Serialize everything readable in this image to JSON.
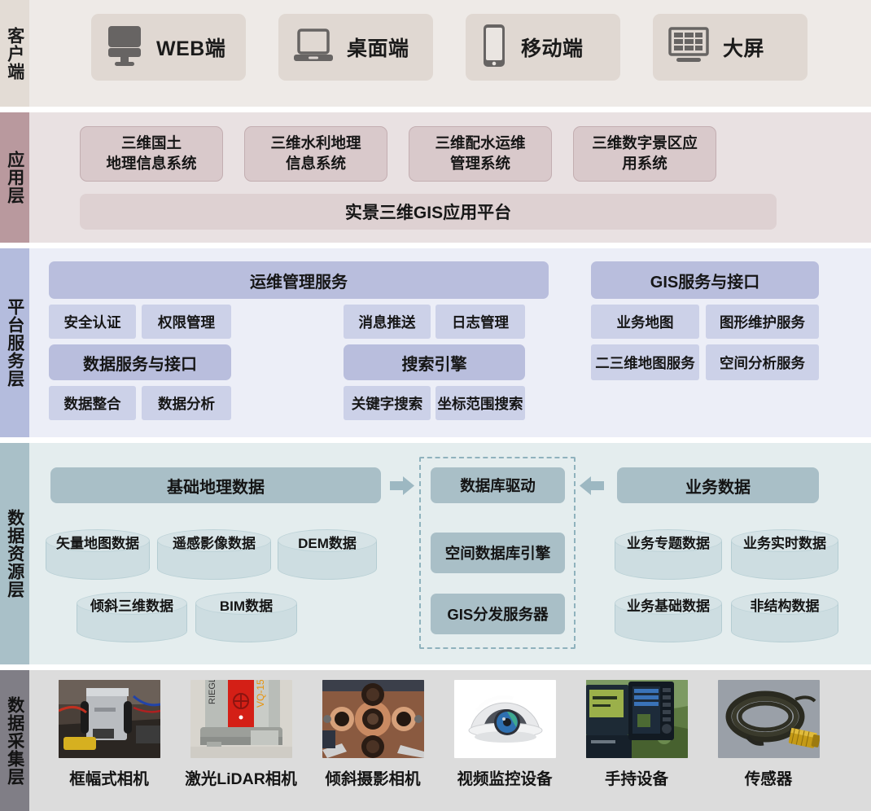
{
  "layers": [
    {
      "id": "client",
      "label": "客户端"
    },
    {
      "id": "application",
      "label": "应用层"
    },
    {
      "id": "platform",
      "label": "平台服务层"
    },
    {
      "id": "data_resource",
      "label": "数据资源层"
    },
    {
      "id": "acquisition",
      "label": "数据采集层"
    }
  ],
  "client": {
    "items": [
      {
        "label": "WEB端",
        "icon": "desktop-monitor-icon"
      },
      {
        "label": "桌面端",
        "icon": "laptop-icon"
      },
      {
        "label": "移动端",
        "icon": "mobile-phone-icon"
      },
      {
        "label": "大屏",
        "icon": "large-screen-icon"
      }
    ]
  },
  "application": {
    "systems": [
      {
        "line1": "三维国土",
        "line2": "地理信息系统"
      },
      {
        "line1": "三维水利地理",
        "line2": "信息系统"
      },
      {
        "line1": "三维配水运维",
        "line2": "管理系统"
      },
      {
        "line1": "三维数字景区应",
        "line2": "用系统"
      }
    ],
    "platform": "实景三维GIS应用平台"
  },
  "platform_service": {
    "ops_title": "运维管理服务",
    "ops_items": [
      "安全认证",
      "权限管理"
    ],
    "msg_items": [
      "消息推送",
      "日志管理"
    ],
    "data_service_title": "数据服务与接口",
    "data_service_items": [
      "数据整合",
      "数据分析"
    ],
    "search_title": "搜索引擎",
    "search_items": [
      "关键字搜索",
      "坐标范围搜索"
    ],
    "gis_title": "GIS服务与接口",
    "gis_items": [
      "业务地图",
      "图形维护服务",
      "二三维地图服务",
      "空间分析服务"
    ]
  },
  "data_resource": {
    "base_geo_title": "基础地理数据",
    "base_geo_cylinders": [
      "矢量地图数据",
      "遥感影像数据",
      "DEM数据",
      "倾斜三维数据",
      "BIM数据"
    ],
    "db_driver_title": "数据库驱动",
    "db_driver_items": [
      "空间数据库引擎",
      "GIS分发服务器"
    ],
    "business_title": "业务数据",
    "business_cylinders": [
      "业务专题数据",
      "业务实时数据",
      "业务基础数据",
      "非结构数据"
    ],
    "arrow_left": "arrow-right-icon",
    "arrow_right": "arrow-left-icon"
  },
  "acquisition": {
    "devices": [
      {
        "label": "框幅式相机",
        "photo": "frame-camera-photo"
      },
      {
        "label": "激光LiDAR相机",
        "photo": "lidar-scanner-photo"
      },
      {
        "label": "倾斜摄影相机",
        "photo": "oblique-camera-photo"
      },
      {
        "label": "视频监控设备",
        "photo": "dome-camera-photo"
      },
      {
        "label": "手持设备",
        "photo": "handheld-device-photo"
      },
      {
        "label": "传感器",
        "photo": "sensor-cable-photo"
      }
    ]
  },
  "colors": {
    "client_label": "#e3dcd5",
    "client_bg": "#eeeae7",
    "client_card": "#e0d8d2",
    "app_label": "#b9999e",
    "app_bg": "#e9e1e2",
    "app_card": "#d9c9cb",
    "app_platform": "#ded1d2",
    "plat_label": "#b4bcdd",
    "plat_bg": "#eceef7",
    "plat_major": "#b9bedd",
    "plat_minor": "#ccd1e8",
    "data_label": "#a9c0c8",
    "data_bg": "#e4edee",
    "data_box": "#a9bfc7",
    "cylinder": "#cddde1",
    "acq_label": "#807e86",
    "acq_bg": "#dcdcdc"
  }
}
